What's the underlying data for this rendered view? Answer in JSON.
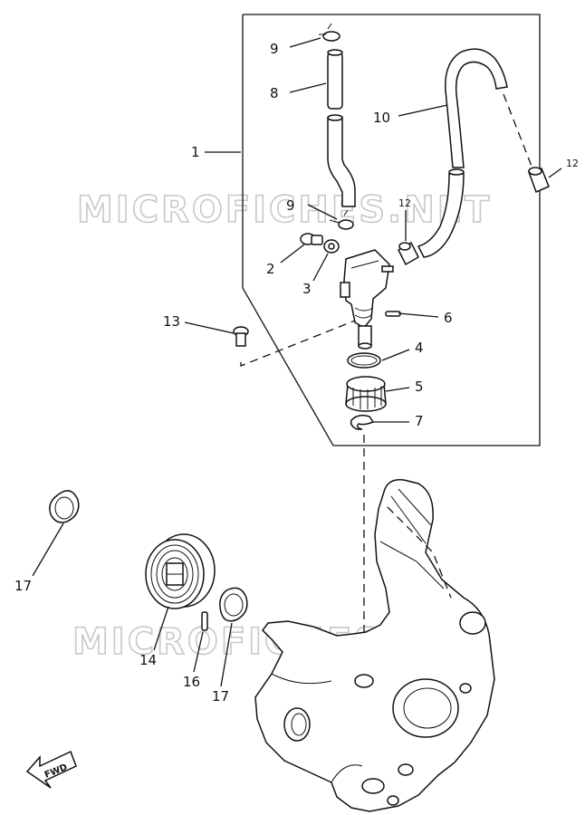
{
  "watermark": "MICROFICHES.NET",
  "fwd_label": "FWD",
  "callouts": {
    "c1": "1",
    "c2": "2",
    "c3": "3",
    "c4": "4",
    "c5": "5",
    "c6": "6",
    "c7": "7",
    "c8": "8",
    "c9a": "9",
    "c9b": "9",
    "c10": "10",
    "c12a": "12",
    "c12b": "12",
    "c13": "13",
    "c14": "14",
    "c16": "16",
    "c17a": "17",
    "c17b": "17"
  }
}
